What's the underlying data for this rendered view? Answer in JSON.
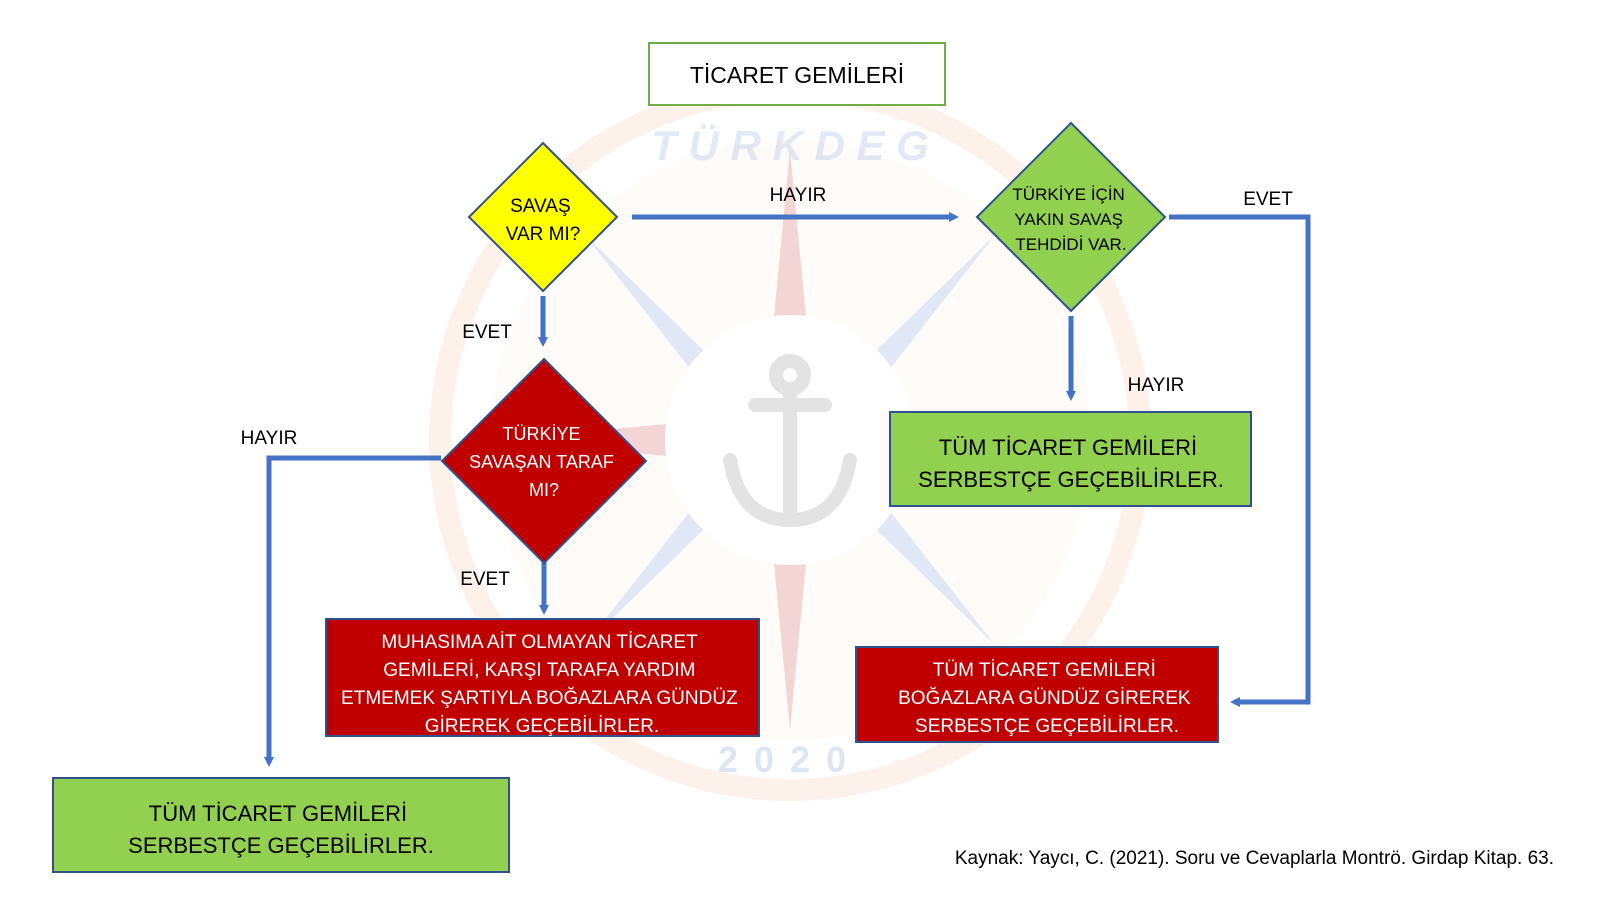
{
  "title": "TİCARET GEMİLERİ",
  "watermark": {
    "top_text": "T Ü R K  D E G",
    "year": "2020",
    "icon": "anchor-icon"
  },
  "nodes": {
    "q_war": {
      "lines": [
        "SAVAŞ",
        "VAR MI?"
      ],
      "color": "#ffff00"
    },
    "q_threat": {
      "lines": [
        "TÜRKİYE İÇİN",
        "YAKIN SAVAŞ",
        "TEHDİDİ VAR."
      ],
      "color": "#92d050"
    },
    "q_party": {
      "lines": [
        "TÜRKİYE",
        "SAVAŞAN TARAF",
        "MI?"
      ],
      "color": "#c00000"
    },
    "r_free_right": {
      "lines": [
        "TÜM TİCARET GEMİLERİ",
        "SERBESTÇE GEÇEBİLİRLER."
      ],
      "color": "#92d050"
    },
    "r_day_right": {
      "lines": [
        "TÜM TİCARET GEMİLERİ",
        "BOĞAZLARA GÜNDÜZ GİREREK",
        "SERBESTÇE GEÇEBİLİRLER."
      ],
      "color": "#c00000"
    },
    "r_muhasim": {
      "lines": [
        "MUHASIMA AİT OLMAYAN TİCARET",
        "GEMİLERİ, KARŞI TARAFA YARDIM",
        "ETMEMEK ŞARTIYLA BOĞAZLARA GÜNDÜZ",
        "GİREREK GEÇEBİLİRLER."
      ],
      "color": "#c00000"
    },
    "r_free_left": {
      "lines": [
        "TÜM TİCARET GEMİLERİ",
        "SERBESTÇE GEÇEBİLİRLER."
      ],
      "color": "#92d050"
    }
  },
  "edge_labels": {
    "war_no": "HAYIR",
    "war_yes": "EVET",
    "threat_yes": "EVET",
    "threat_no": "HAYIR",
    "party_no": "HAYIR",
    "party_yes": "EVET"
  },
  "source": "Kaynak: Yaycı, C. (2021). Soru ve Cevaplarla Montrö. Girdap Kitap. 63.",
  "colors": {
    "arrow": "#4472c4",
    "box_border": "#2f528f",
    "title_border": "#70ad47"
  }
}
